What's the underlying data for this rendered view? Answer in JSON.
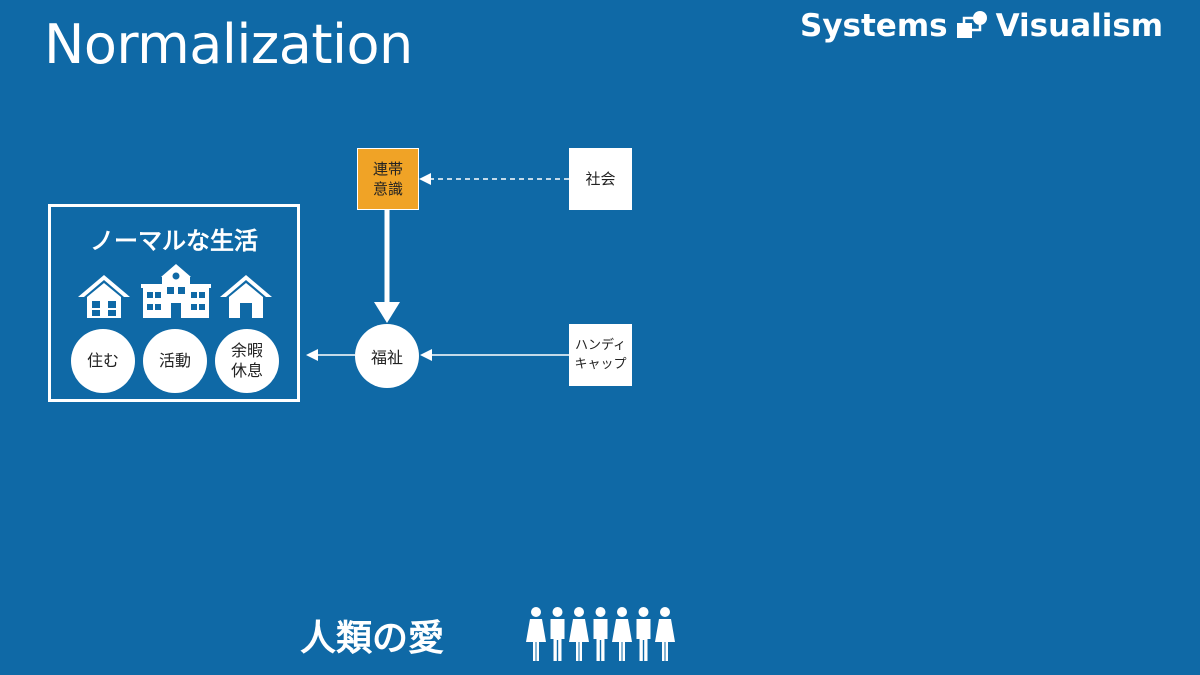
{
  "slide": {
    "title": "Normalization",
    "brand": {
      "left": "Systems",
      "right": "Visualism",
      "logo_icon": "systems-visualism-logo-icon"
    }
  },
  "normal_life": {
    "title": "ノーマルな生活",
    "icons": [
      "house-icon",
      "school-icon",
      "house-icon"
    ],
    "activities": [
      {
        "lines": [
          "住む"
        ]
      },
      {
        "lines": [
          "活動"
        ]
      },
      {
        "lines": [
          "余暇",
          "休息"
        ]
      }
    ]
  },
  "nodes": {
    "solidarity": {
      "lines": [
        "連帯",
        "意識"
      ],
      "color": "#f0a326"
    },
    "society": {
      "lines": [
        "社会"
      ]
    },
    "handicap": {
      "lines": [
        "ハンディ",
        "キャップ"
      ]
    },
    "welfare": "福祉"
  },
  "footer": {
    "love_text": "人類の愛",
    "people_icon": "people-group-icon",
    "people_count": 7
  },
  "colors": {
    "background": "#0f69a6",
    "accent": "#f0a326",
    "foreground": "#ffffff"
  }
}
